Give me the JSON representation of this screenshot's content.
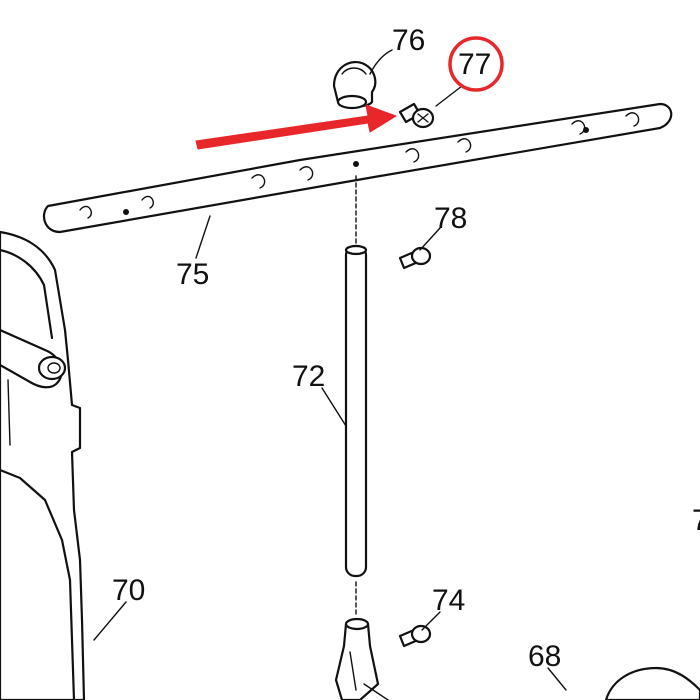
{
  "diagram": {
    "callouts": {
      "c76": "76",
      "c77": "77",
      "c78": "78",
      "c75": "75",
      "c72": "72",
      "c70": "70",
      "c74": "74",
      "c68": "68",
      "c_edge": "7"
    },
    "colors": {
      "ink": "#111111",
      "highlight": "#e8272a",
      "background": "#ffffff"
    }
  }
}
